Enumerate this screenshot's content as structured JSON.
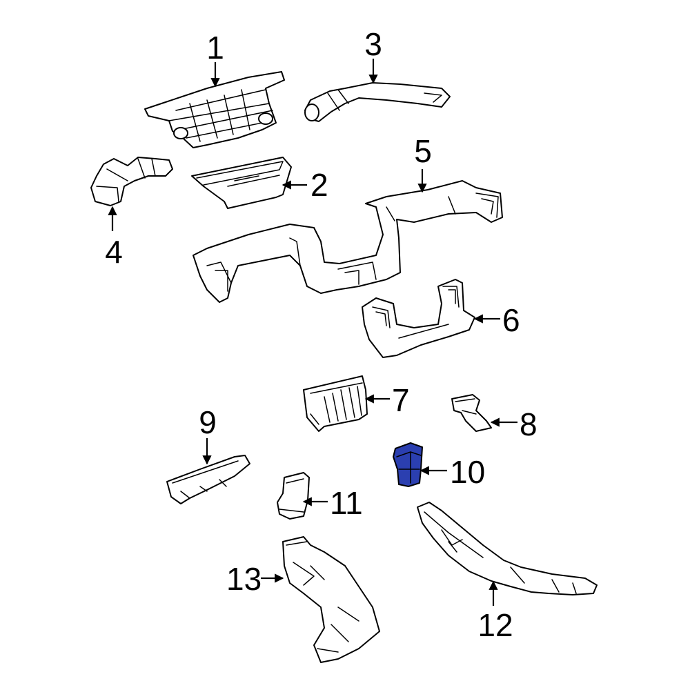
{
  "colors": {
    "line": "#000000",
    "background": "#ffffff",
    "highlight_fill": "#2b3fb0"
  },
  "highlighted_part": "10",
  "callouts": [
    {
      "id": "1",
      "label": "1"
    },
    {
      "id": "2",
      "label": "2"
    },
    {
      "id": "3",
      "label": "3"
    },
    {
      "id": "4",
      "label": "4"
    },
    {
      "id": "5",
      "label": "5"
    },
    {
      "id": "6",
      "label": "6"
    },
    {
      "id": "7",
      "label": "7"
    },
    {
      "id": "8",
      "label": "8"
    },
    {
      "id": "9",
      "label": "9"
    },
    {
      "id": "10",
      "label": "10"
    },
    {
      "id": "11",
      "label": "11"
    },
    {
      "id": "12",
      "label": "12"
    },
    {
      "id": "13",
      "label": "13"
    }
  ]
}
